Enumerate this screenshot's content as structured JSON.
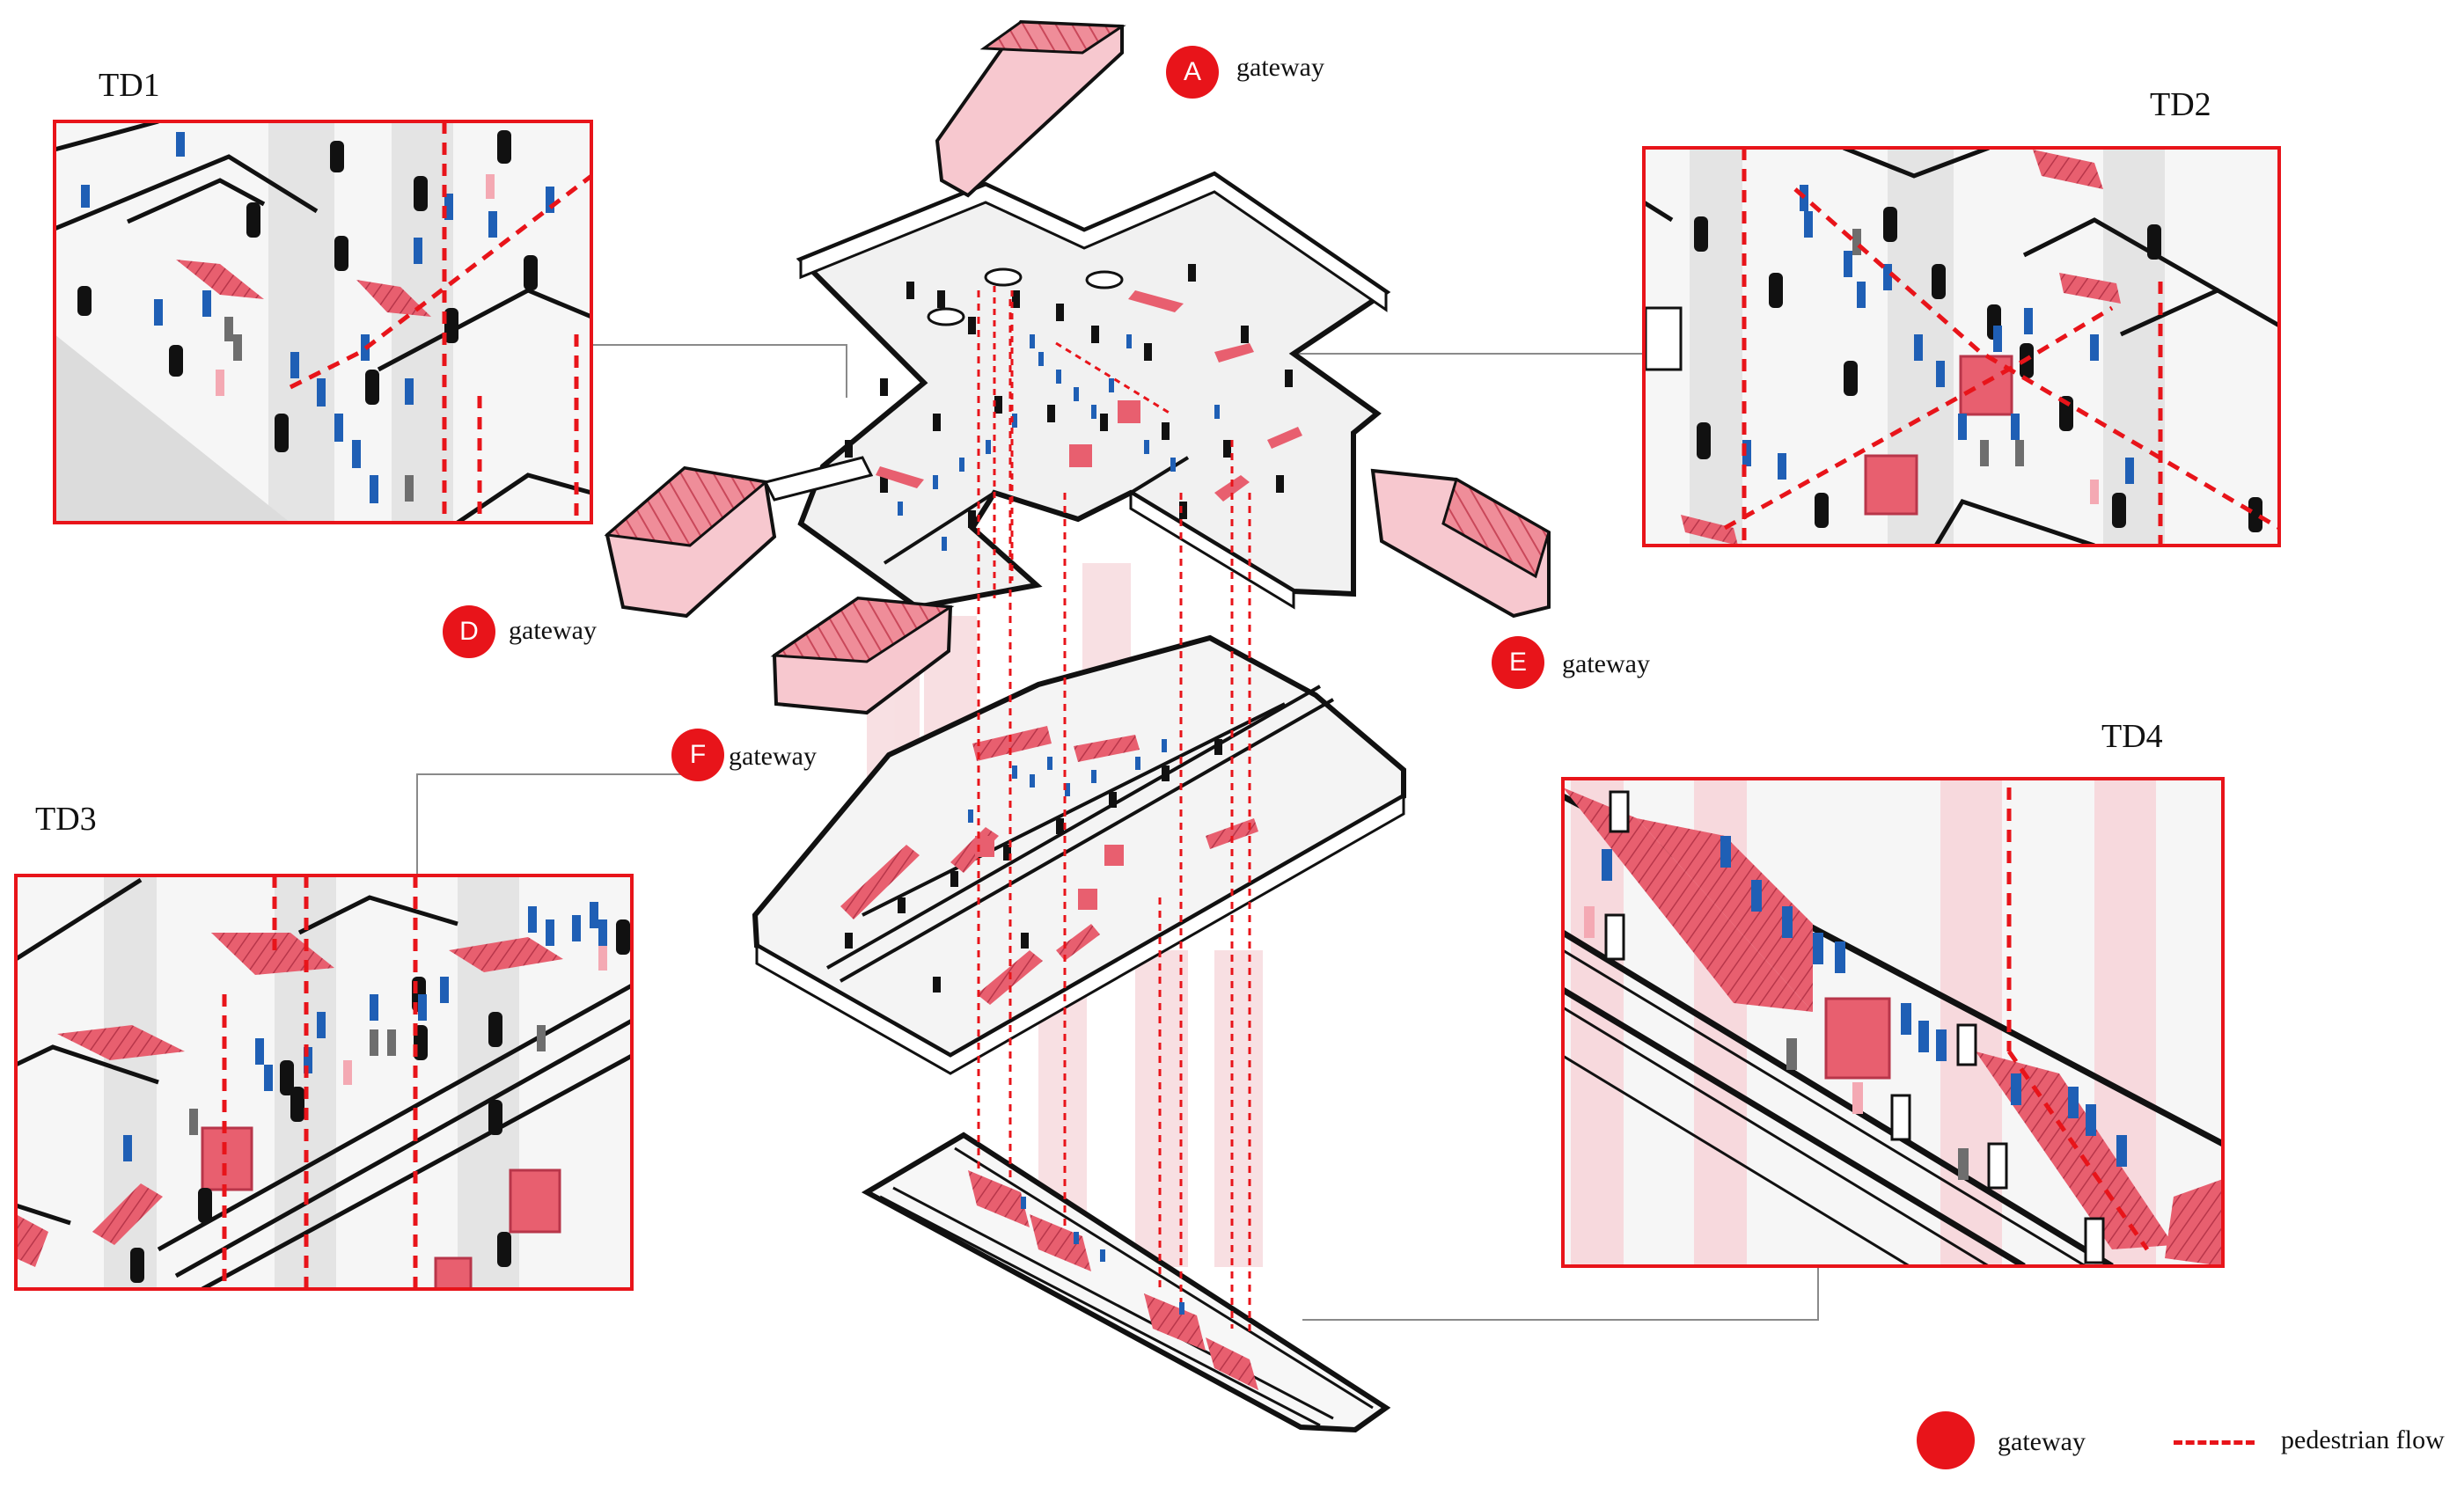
{
  "insets": [
    {
      "id": "td1",
      "label": "TD1"
    },
    {
      "id": "td2",
      "label": "TD2"
    },
    {
      "id": "td3",
      "label": "TD3"
    },
    {
      "id": "td4",
      "label": "TD4"
    }
  ],
  "gateways": [
    {
      "id": "a",
      "letter": "A",
      "text": "gateway"
    },
    {
      "id": "d",
      "letter": "D",
      "text": "gateway"
    },
    {
      "id": "e",
      "letter": "E",
      "text": "gateway"
    },
    {
      "id": "f",
      "letter": "F",
      "text": "gateway"
    }
  ],
  "legend": {
    "gateway": "gateway",
    "pedestrian_flow": "pedestrian flow"
  },
  "colors": {
    "accent_red": "#e8141a",
    "escalator_pink": "#e85f6f",
    "light_pink": "#f6c9cf",
    "pedestrian_blue": "#1f5fb5",
    "pedestrian_gray": "#6e6e6e",
    "column_black": "#111111"
  }
}
